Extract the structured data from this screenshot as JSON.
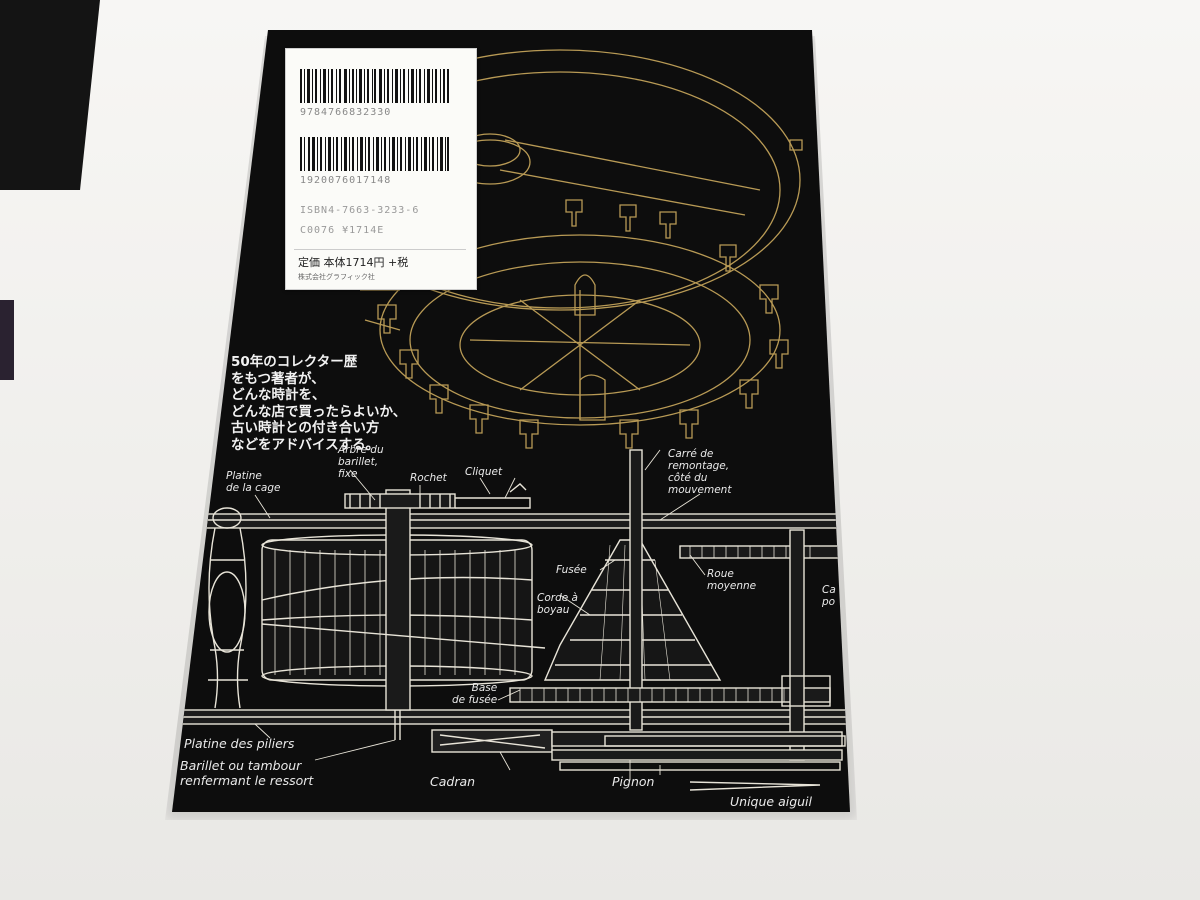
{
  "sticker": {
    "barcode_1_digits": "9784766832330",
    "barcode_2_digits": "1920076017148",
    "isbn": "ISBN4-7663-3233-6",
    "code": "C0076 ¥1714E",
    "price": "定価 本体1714円 +税",
    "publisher": "株式会社グラフィック社"
  },
  "blurb": {
    "line1": "50年のコレクター歴",
    "line2": "をもつ著者が、",
    "line3": "どんな時計を、",
    "line4": "どんな店で買ったらよいか、",
    "line5": "古い時計との付き合い方",
    "line6": "などをアドバイスする。"
  },
  "diagram_labels": {
    "platine_cage": "Platine\nde la cage",
    "arbre_barillet": "Arbre du\nbarillet,\nfixe",
    "rochet": "Rochet",
    "cliquet": "Cliquet",
    "carre": "Carré de\nremontage,\ncôté du\nmouvement",
    "fusee": "Fusée",
    "roue_moyenne": "Roue\nmoyenne",
    "corde": "Corde à\nboyau",
    "cut_label": "Ca\npo",
    "base_fusee": "Base\nde fusée",
    "platine_piliers": "Platine des piliers",
    "barillet": "Barillet ou tambour\nrenfermant le ressort",
    "cadran": "Cadran",
    "pignon": "Pignon",
    "unique_aiguille": "Unique aiguil"
  },
  "colors": {
    "cover": "#0d0d0d",
    "line_art": "#e8e4d8",
    "gold_art": "#b89a55",
    "background": "#f2f1ee"
  }
}
